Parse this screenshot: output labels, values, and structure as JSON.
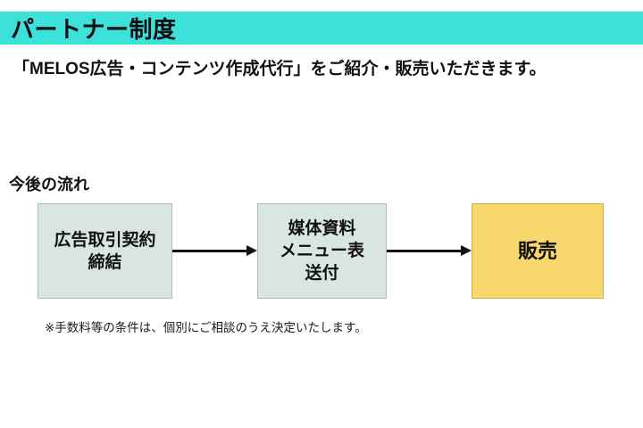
{
  "header": {
    "title": "パートナー制度",
    "bg_color": "#3ce1d9",
    "text_color": "#0d0d12"
  },
  "subtitle": "「MELOS広告・コンテンツ作成代行」をご紹介・販売いただきます。",
  "flow": {
    "label": "今後の流れ",
    "steps": [
      {
        "lines": [
          "広告取引契約",
          "締結"
        ],
        "bg_color": "#d9e5e0"
      },
      {
        "lines": [
          "媒体資料",
          "メニュー表",
          "送付"
        ],
        "bg_color": "#d9e5e0"
      },
      {
        "lines": [
          "販売"
        ],
        "bg_color": "#f8d76c"
      }
    ],
    "arrow_color": "#111111"
  },
  "footnote": "※手数料等の条件は、個別にご相談のうえ決定いたします。"
}
